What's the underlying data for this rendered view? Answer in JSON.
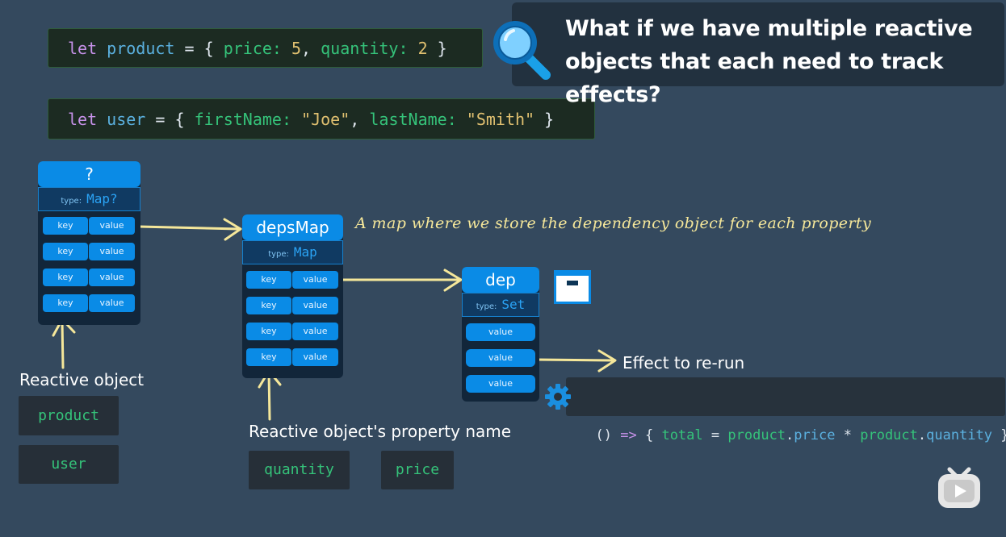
{
  "code_product": {
    "kw": "let",
    "name": "product",
    "eq": "=",
    "open": "{",
    "p1": "price:",
    "v1": "5",
    "comma": ",",
    "p2": "quantity:",
    "v2": "2",
    "close": "}"
  },
  "code_user": {
    "kw": "let",
    "name": "user",
    "eq": "=",
    "open": "{",
    "p1": "firstName:",
    "v1": "\"Joe\"",
    "comma": ",",
    "p2": "lastName:",
    "v2": "\"Smith\"",
    "close": "}"
  },
  "question": {
    "line1": "What if we have multiple reactive",
    "line2": "objects that each need to track effects?",
    "icon": "magnifier-icon"
  },
  "target_map": {
    "title": "?",
    "type_label": "type:",
    "type_value": "Map?",
    "rows": [
      {
        "key": "key",
        "value": "value"
      },
      {
        "key": "key",
        "value": "value"
      },
      {
        "key": "key",
        "value": "value"
      },
      {
        "key": "key",
        "value": "value"
      }
    ]
  },
  "deps_map": {
    "title": "depsMap",
    "type_label": "type:",
    "type_value": "Map",
    "rows": [
      {
        "key": "key",
        "value": "value"
      },
      {
        "key": "key",
        "value": "value"
      },
      {
        "key": "key",
        "value": "value"
      },
      {
        "key": "key",
        "value": "value"
      }
    ]
  },
  "dep": {
    "title": "dep",
    "type_label": "type:",
    "type_value": "Set",
    "values": [
      "value",
      "value",
      "value"
    ],
    "icon": "archive-box-icon"
  },
  "annotation": "A map where we store the dependency object for each property",
  "reactive_object": {
    "label": "Reactive object",
    "chips": [
      "product",
      "user"
    ]
  },
  "property_name": {
    "label": "Reactive object's property name",
    "chips": [
      "quantity",
      "price"
    ]
  },
  "effect": {
    "label": "Effect to re-run",
    "icon": "gear-icon",
    "code": {
      "a": "()",
      "b": "=>",
      "c": "{",
      "d": "total",
      "e": "=",
      "f": "product",
      "g": ".",
      "h": "price",
      "i": "*",
      "j": "product",
      "k": ".",
      "l": "quantity",
      "m": "}"
    }
  },
  "colors": {
    "background": "#34495e",
    "accent": "#0a8be6",
    "code_green": "#35c37a",
    "handwriting": "#f5e79a"
  }
}
